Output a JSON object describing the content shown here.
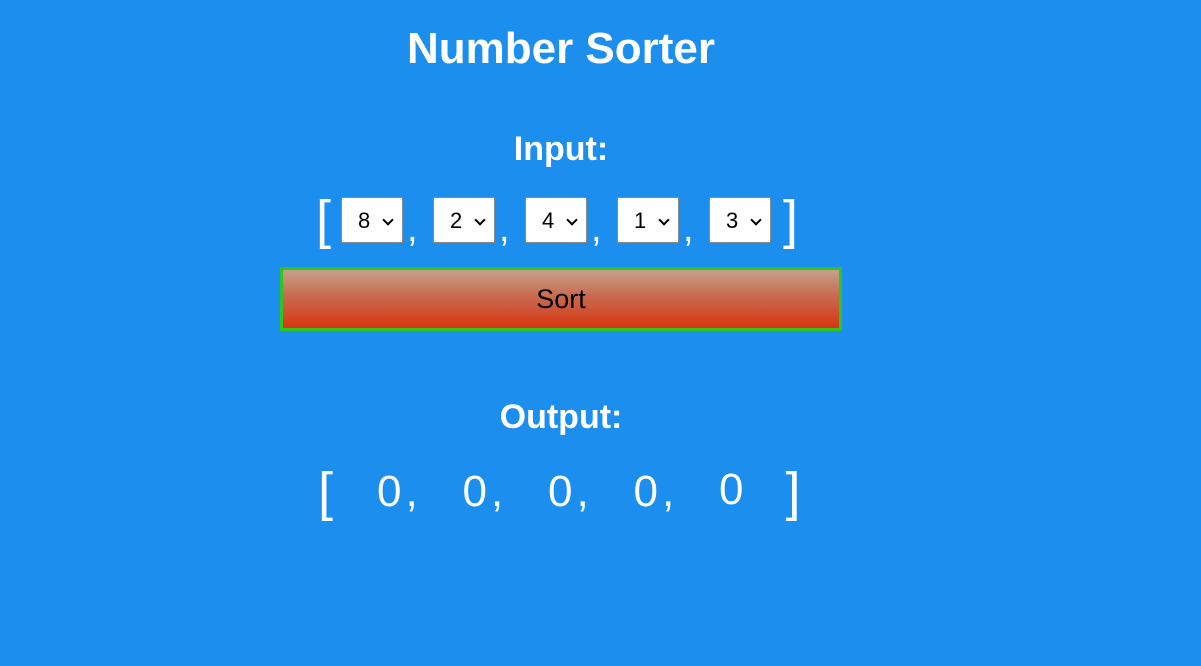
{
  "title": "Number Sorter",
  "input": {
    "label": "Input:",
    "open_bracket": "[",
    "close_bracket": "]",
    "separator": ",",
    "values": [
      "8",
      "2",
      "4",
      "1",
      "3"
    ]
  },
  "sort_button": {
    "label": "Sort"
  },
  "output": {
    "label": "Output:",
    "open_bracket": "[",
    "close_bracket": "]",
    "separator": ",",
    "values": [
      "0",
      "0",
      "0",
      "0",
      "0"
    ]
  },
  "colors": {
    "background": "#1b8eee",
    "text": "#ffffff",
    "button_border": "#2ec51f",
    "button_gradient_top": "#c5a08a",
    "button_gradient_bottom": "#d63510"
  },
  "icons": {
    "select_indicator": "chevron-down-icon"
  }
}
